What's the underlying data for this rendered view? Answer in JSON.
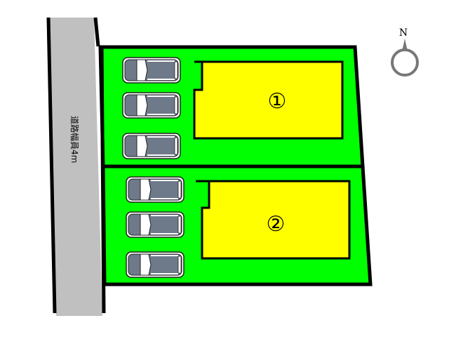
{
  "road_label": "道路幅員4m",
  "lots": [
    {
      "label": "①"
    },
    {
      "label": "②"
    }
  ],
  "compass": {
    "label": "N"
  },
  "colors": {
    "lot": "#00ff00",
    "house": "#ffff00",
    "road": "#c0c0c0",
    "car": "#6e7a8a",
    "outline": "#000000",
    "compass": "#777777"
  },
  "parking_per_lot": 3
}
